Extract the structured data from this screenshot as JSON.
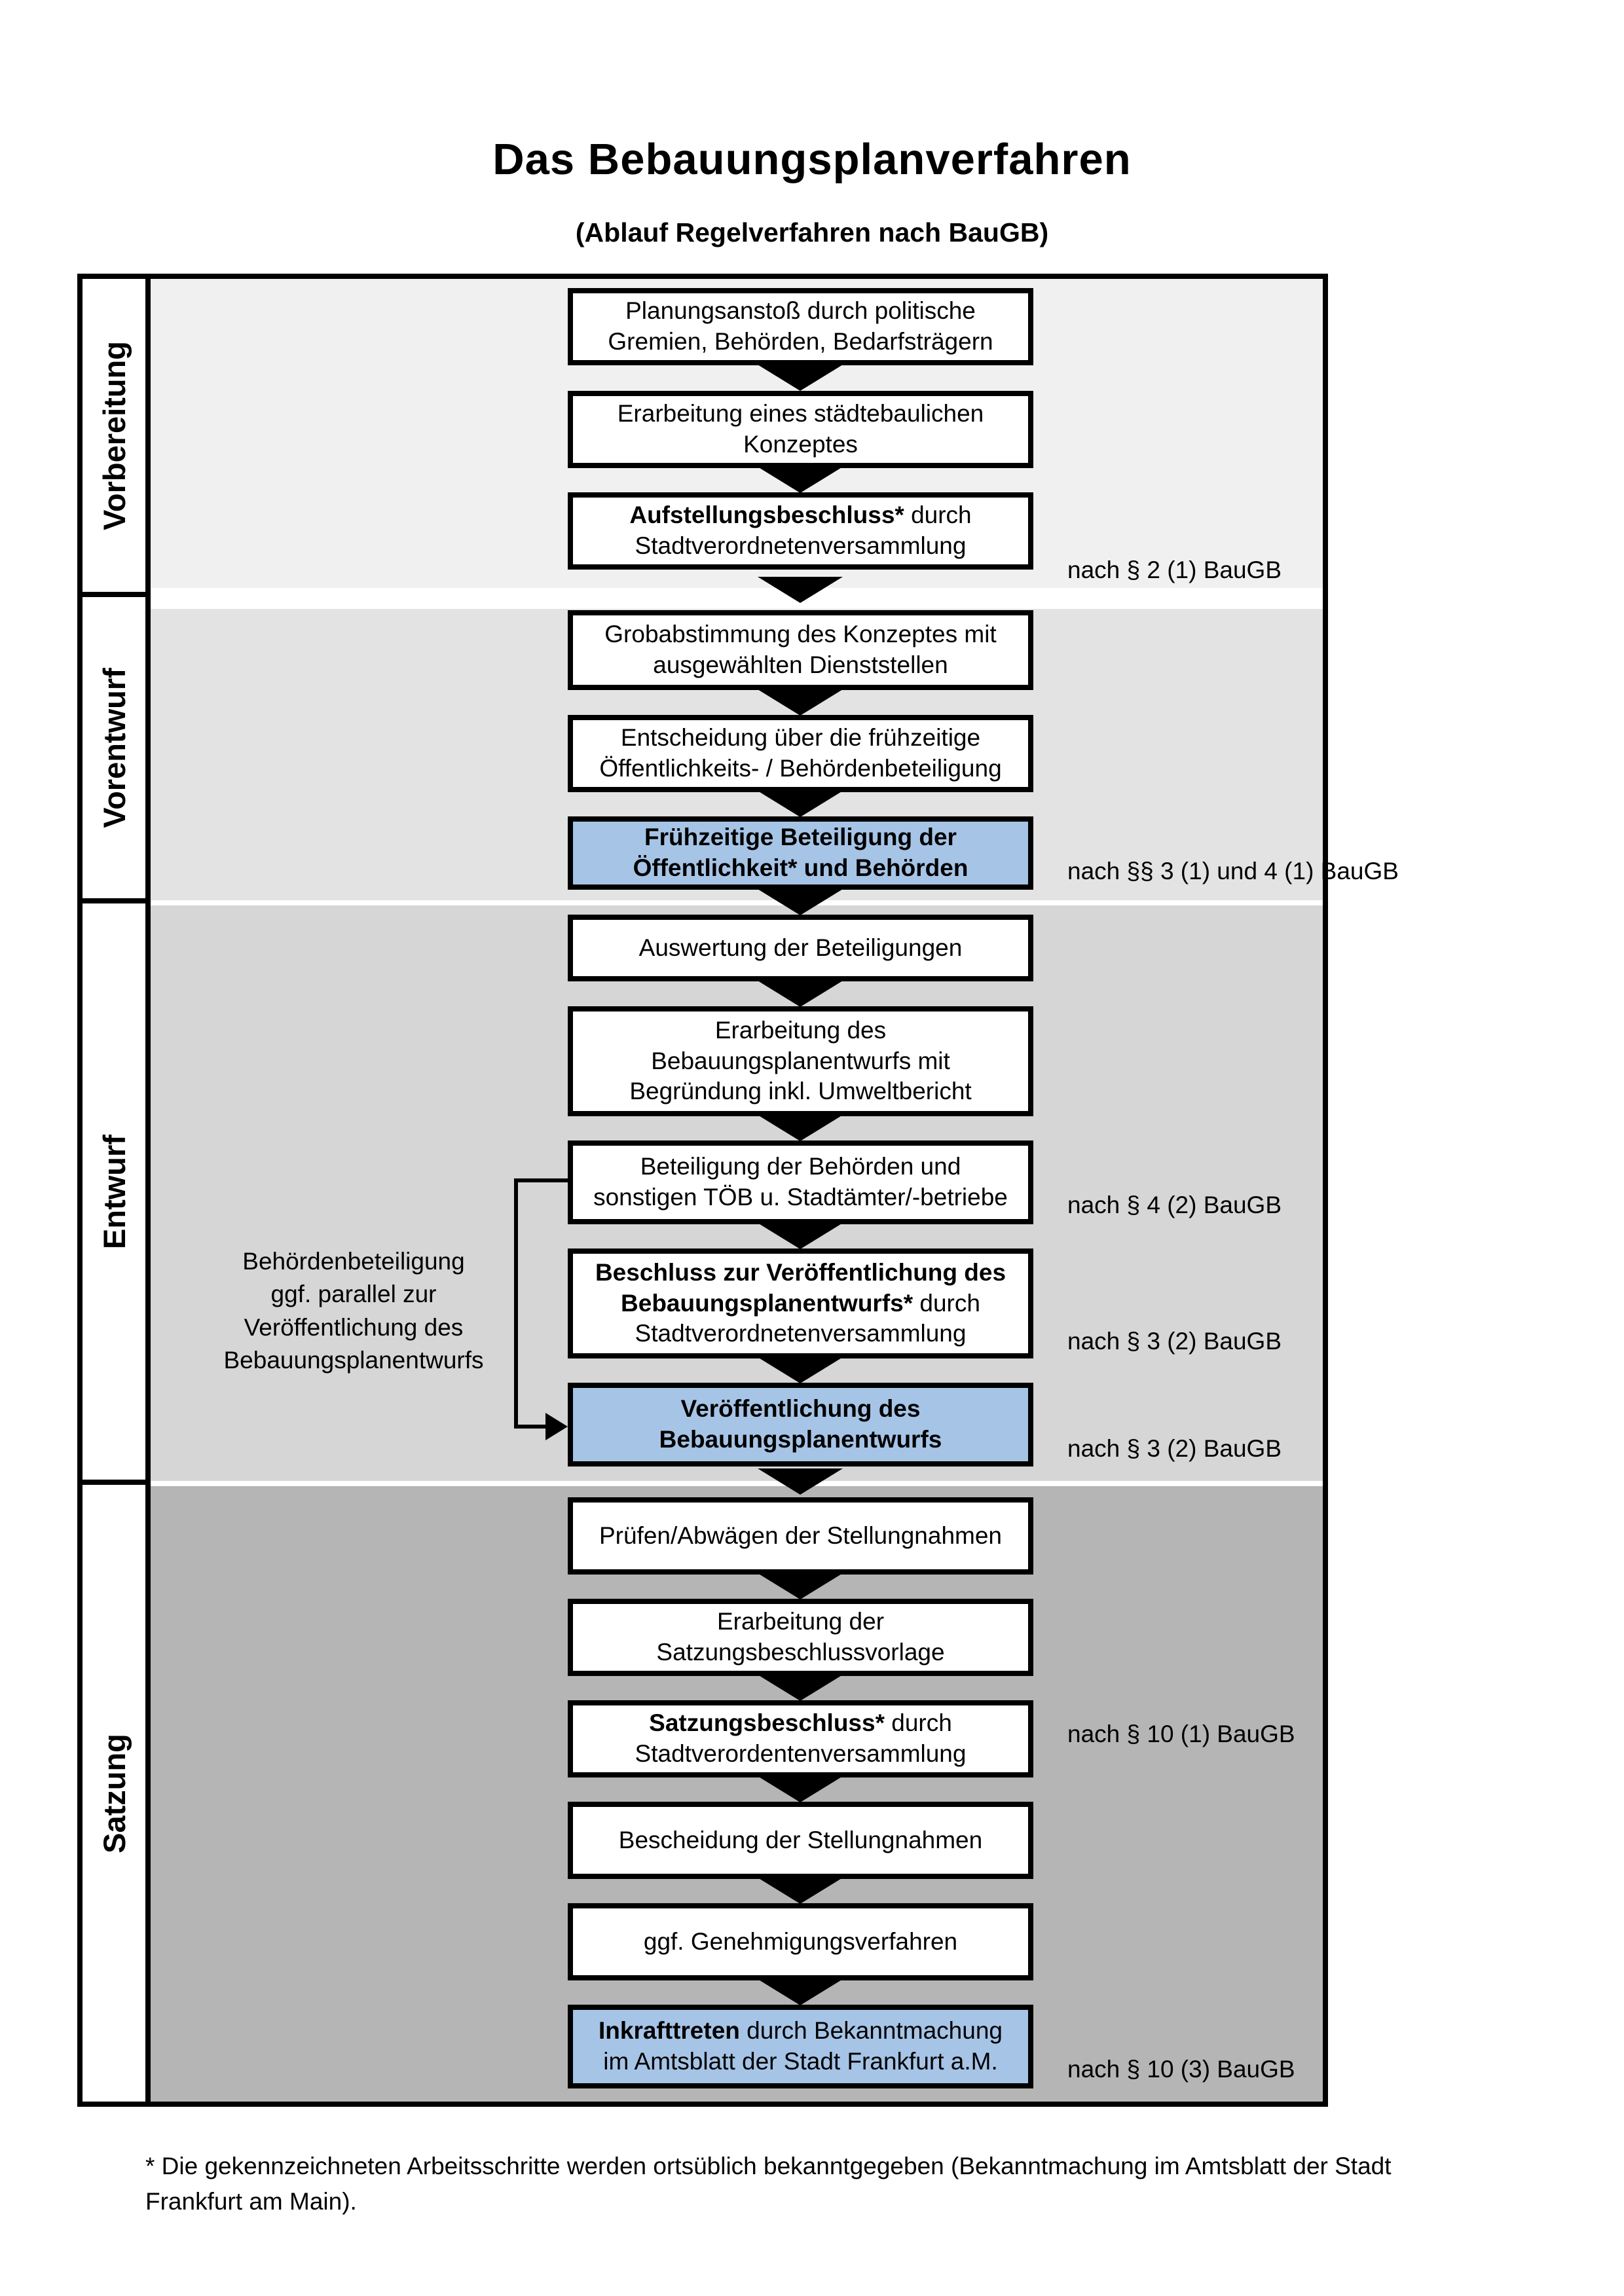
{
  "title": "Das Bebauungsplanverfahren",
  "subtitle": "(Ablauf Regelverfahren nach BauGB)",
  "phases": [
    {
      "label": "Vorbereitung"
    },
    {
      "label": "Vorentwurf"
    },
    {
      "label": "Entwurf"
    },
    {
      "label": "Satzung"
    }
  ],
  "steps": [
    {
      "bold": "",
      "text": "Planungsanstoß durch politische\nGremien, Behörden, Bedarfsträgern",
      "variant": "white"
    },
    {
      "bold": "",
      "text": "Erarbeitung eines städtebaulichen\nKonzeptes",
      "variant": "white"
    },
    {
      "bold": "Aufstellungsbeschluss*",
      "text": " durch\nStadtverordnetenversammlung",
      "variant": "white",
      "ref": "nach § 2 (1) BauGB"
    },
    {
      "bold": "",
      "text": "Grobabstimmung des Konzeptes mit\nausgewählten Dienststellen",
      "variant": "white"
    },
    {
      "bold": "",
      "text": "Entscheidung über die frühzeitige\nÖffentlichkeits- / Behördenbeteiligung",
      "variant": "white"
    },
    {
      "bold": "Frühzeitige Beteiligung der\nÖffentlichkeit* und Behörden",
      "text": "",
      "variant": "blue",
      "ref": "nach §§ 3 (1) und 4 (1) BauGB"
    },
    {
      "bold": "",
      "text": "Auswertung der Beteiligungen",
      "variant": "white"
    },
    {
      "bold": "",
      "text": "Erarbeitung des\nBebauungsplanentwurfs mit\nBegründung inkl. Umweltbericht",
      "variant": "white"
    },
    {
      "bold": "",
      "text": "Beteiligung der Behörden und\nsonstigen TÖB u. Stadtämter/-betriebe",
      "variant": "white",
      "ref": "nach § 4 (2) BauGB"
    },
    {
      "bold": "Beschluss zur Veröffentlichung des\nBebauungsplanentwurfs*",
      "text": " durch\nStadtverordnetenversammlung",
      "variant": "white",
      "ref": "nach § 3 (2) BauGB"
    },
    {
      "bold": "Veröffentlichung des\nBebauungsplanentwurfs",
      "text": "",
      "variant": "blue",
      "ref": "nach § 3 (2) BauGB"
    },
    {
      "bold": "",
      "text": "Prüfen/Abwägen der Stellungnahmen",
      "variant": "white"
    },
    {
      "bold": "",
      "text": "Erarbeitung der\nSatzungsbeschlussvorlage",
      "variant": "white"
    },
    {
      "bold": "Satzungsbeschluss*",
      "text": " durch\nStadtverordentenversammlung",
      "variant": "white",
      "ref": "nach § 10 (1) BauGB"
    },
    {
      "bold": "",
      "text": "Bescheidung der Stellungnahmen",
      "variant": "white"
    },
    {
      "bold": "",
      "text": "ggf. Genehmigungsverfahren",
      "variant": "white"
    },
    {
      "bold": "Inkrafttreten",
      "text": " durch Bekanntmachung\nim Amtsblatt der Stadt Frankfurt a.M.",
      "variant": "blue",
      "ref": "nach § 10 (3) BauGB"
    }
  ],
  "annotation": "Behördenbeteiligung\nggf. parallel zur\nVeröffentlichung des\nBebauungsplanentwurfs",
  "footnote": "* Die gekennzeichneten Arbeitsschritte werden ortsüblich bekanntgegeben (Bekanntmachung im Amtsblatt  der Stadt\nFrankfurt am Main).",
  "colors": {
    "highlight_blue": "#a6c4e6",
    "sections": [
      "#f0f0f0",
      "#e3e3e3",
      "#d6d6d6",
      "#b5b5b5"
    ],
    "border_black": "#000000"
  }
}
